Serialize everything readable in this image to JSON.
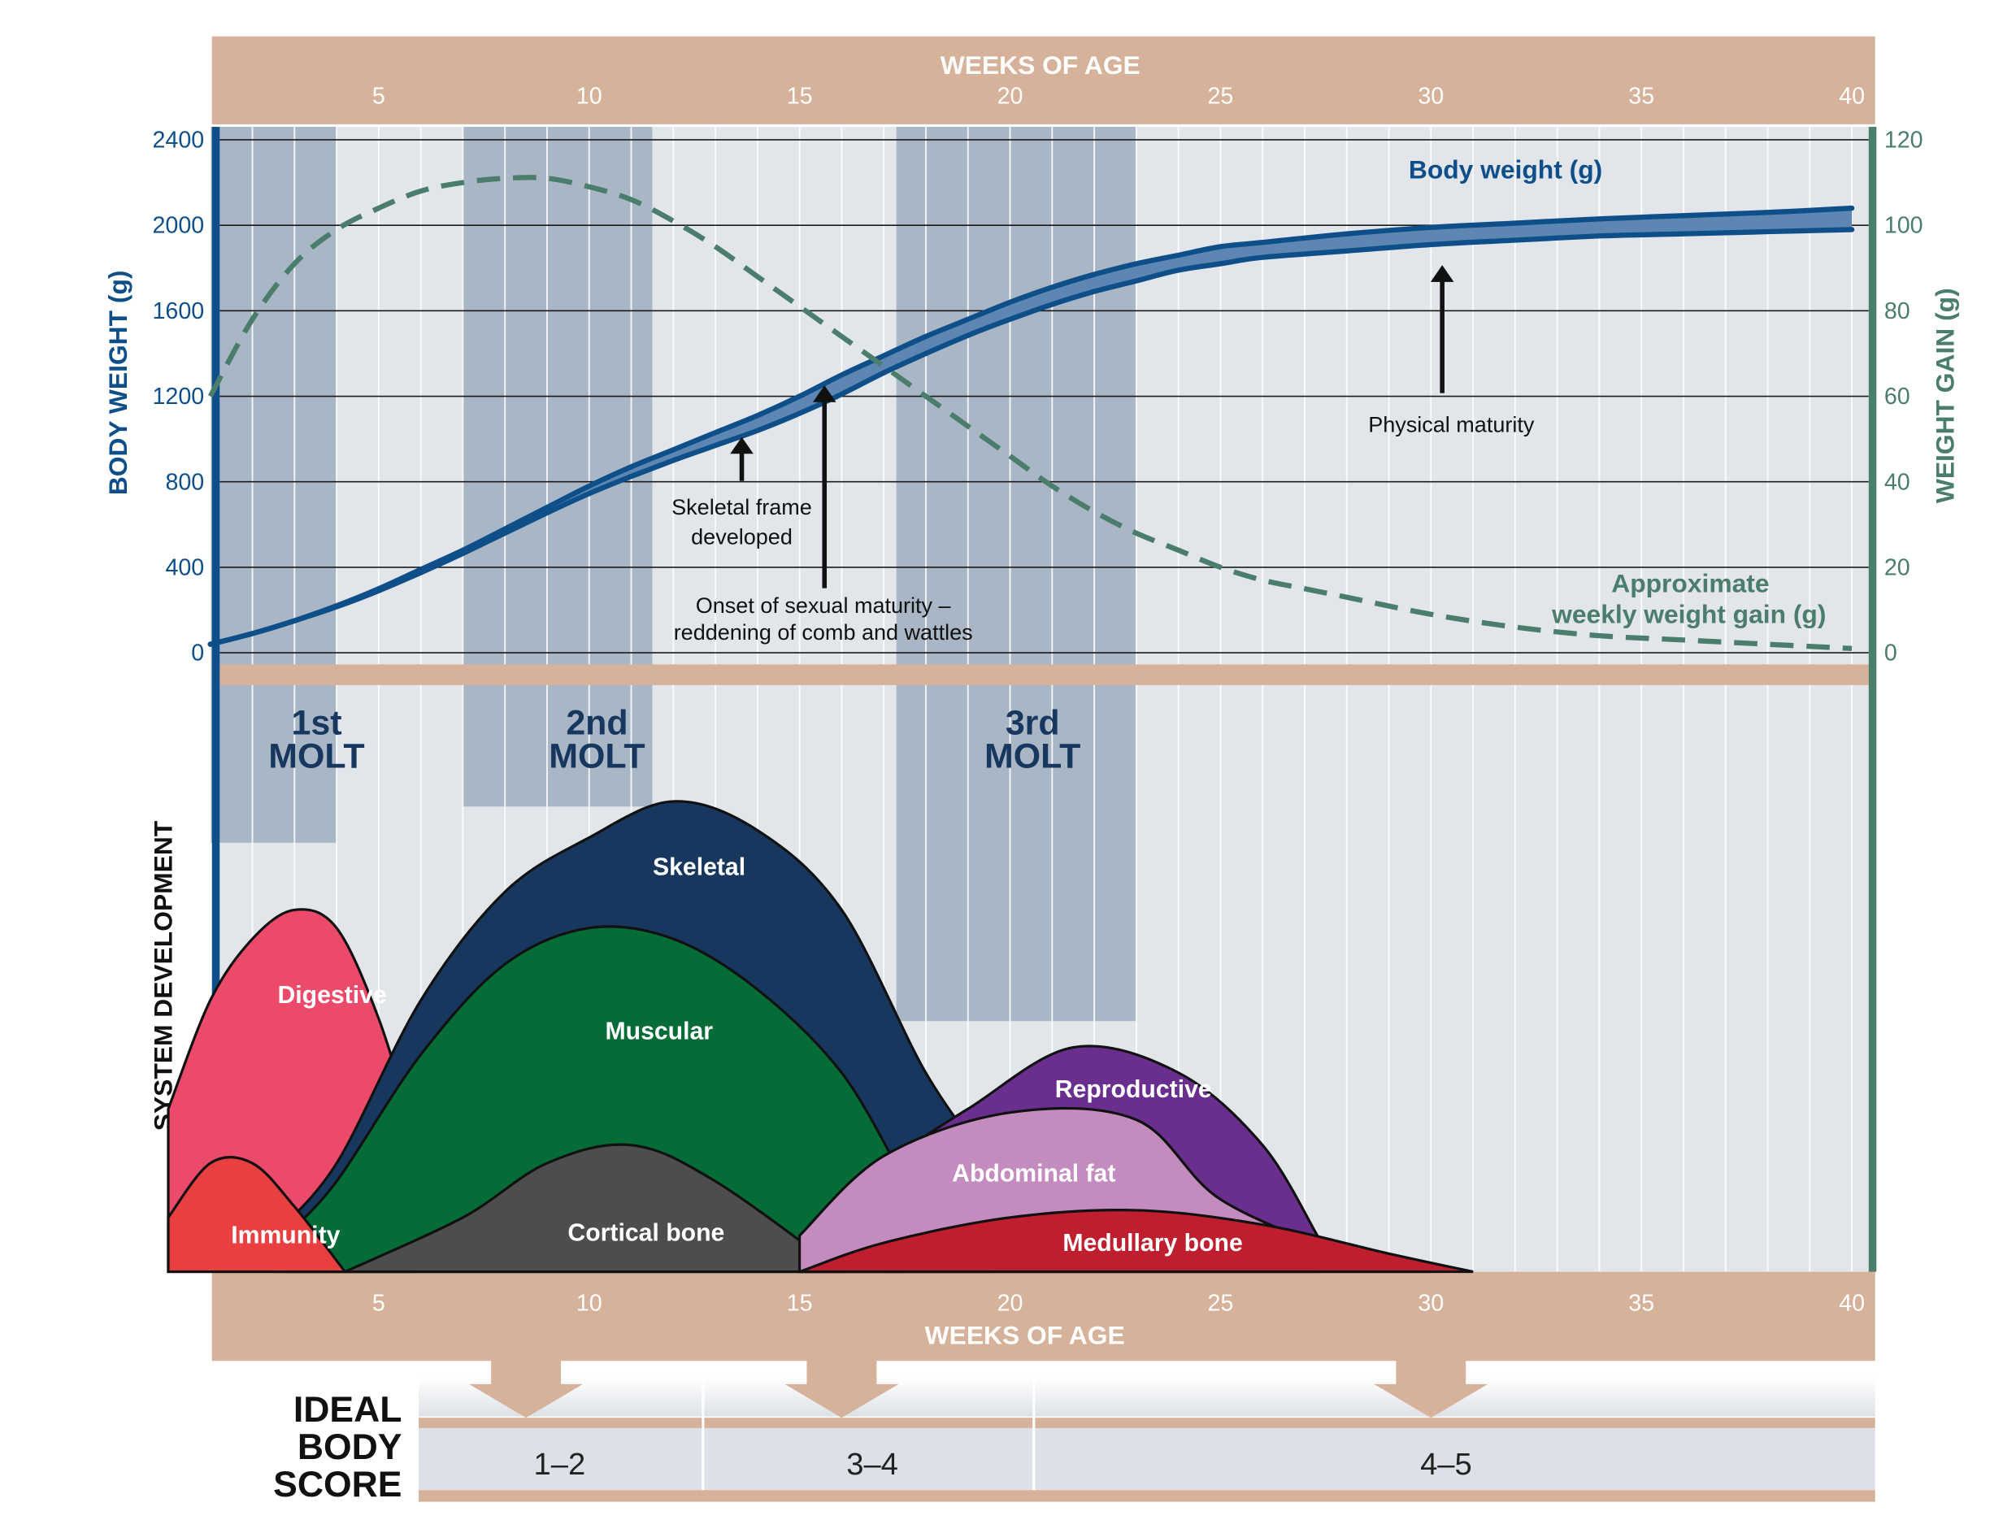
{
  "chart_data": [
    {
      "type": "line",
      "x_title": "WEEKS OF AGE",
      "x_ticks": [
        5,
        10,
        15,
        20,
        25,
        30,
        35,
        40
      ],
      "xlim": [
        0,
        40
      ],
      "y_left_title": "BODY WEIGHT (g)",
      "y_left_ticks": [
        0,
        400,
        800,
        1200,
        1600,
        2000,
        2400
      ],
      "ylim_left": [
        0,
        2400
      ],
      "y_right_title": "WEIGHT GAIN (g)",
      "y_right_ticks": [
        0,
        20,
        40,
        60,
        80,
        100,
        120
      ],
      "ylim_right": [
        0,
        120
      ],
      "grid": true,
      "molt_bands": [
        {
          "label": "1st MOLT",
          "x": [
            1,
            4
          ]
        },
        {
          "label": "2nd MOLT",
          "x": [
            7,
            11.5
          ]
        },
        {
          "label": "3rd MOLT",
          "x": [
            17.3,
            23
          ]
        }
      ],
      "series": [
        {
          "name": "Body weight (g)",
          "axis": "left",
          "color": "#0e4f8a",
          "x": [
            1,
            2,
            3,
            4,
            5,
            6,
            7,
            8,
            9,
            10,
            11,
            12,
            13,
            14,
            15,
            16,
            17,
            18,
            19,
            20,
            21,
            22,
            23,
            24,
            25,
            26,
            28,
            30,
            32,
            34,
            36,
            38,
            40
          ],
          "upper": [
            40,
            90,
            150,
            220,
            300,
            390,
            480,
            580,
            680,
            780,
            870,
            950,
            1030,
            1110,
            1200,
            1300,
            1390,
            1480,
            1560,
            1640,
            1710,
            1770,
            1820,
            1860,
            1900,
            1920,
            1960,
            1990,
            2010,
            2030,
            2045,
            2060,
            2080
          ],
          "lower": [
            40,
            90,
            150,
            215,
            290,
            375,
            465,
            560,
            655,
            745,
            825,
            900,
            970,
            1040,
            1120,
            1210,
            1310,
            1400,
            1485,
            1560,
            1630,
            1690,
            1740,
            1790,
            1820,
            1850,
            1880,
            1910,
            1930,
            1950,
            1960,
            1970,
            1980
          ]
        },
        {
          "name": "Approximate weekly weight gain (g)",
          "axis": "right",
          "color": "#4a7d6b",
          "x": [
            1,
            2,
            3,
            4,
            5,
            6,
            7,
            8,
            9,
            10,
            11,
            12,
            13,
            14,
            15,
            16,
            17,
            18,
            19,
            20,
            21,
            22,
            23,
            24,
            25,
            26,
            27,
            28,
            30,
            32,
            34,
            36,
            38,
            40
          ],
          "values": [
            60,
            78,
            91,
            99,
            104,
            108,
            110,
            111,
            111,
            109,
            106,
            101,
            95,
            88,
            81,
            74,
            67,
            60,
            53,
            46,
            39,
            33,
            28,
            24,
            20,
            17,
            15,
            13,
            9,
            6,
            4,
            3,
            2,
            1
          ]
        }
      ],
      "annotations": [
        {
          "text": "Skeletal frame developed",
          "x": 13
        },
        {
          "text": "Onset of sexual maturity – reddening of comb and wattles",
          "x": 15
        },
        {
          "text": "Physical maturity",
          "x": 30
        }
      ]
    },
    {
      "type": "area",
      "y_title": "SYSTEM DEVELOPMENT",
      "x_title": "WEEKS OF AGE",
      "x_ticks": [
        5,
        10,
        15,
        20,
        25,
        30,
        35,
        40
      ],
      "xlim": [
        0,
        40
      ],
      "series": [
        {
          "name": "Digestive",
          "color": "#ec4a6a",
          "x": [
            0,
            1,
            2,
            3,
            4,
            5,
            5.8
          ],
          "values": [
            0.45,
            0.75,
            0.92,
            1.0,
            0.95,
            0.7,
            0.4
          ]
        },
        {
          "name": "Skeletal",
          "color": "#17375e",
          "x": [
            2.5,
            4,
            6,
            8,
            10,
            12,
            14,
            16,
            18,
            19.5
          ],
          "values": [
            0.1,
            0.3,
            0.75,
            1.05,
            1.2,
            1.3,
            1.22,
            1.0,
            0.55,
            0.3
          ]
        },
        {
          "name": "Muscular",
          "color": "#056b37",
          "x": [
            2.8,
            4,
            6,
            8,
            10,
            12,
            14,
            16,
            17.5
          ],
          "values": [
            0.1,
            0.25,
            0.6,
            0.85,
            0.95,
            0.92,
            0.78,
            0.55,
            0.25
          ]
        },
        {
          "name": "Immunity",
          "color": "#e84040",
          "x": [
            0,
            1,
            2,
            3,
            4.2
          ],
          "values": [
            0.15,
            0.3,
            0.3,
            0.18,
            0
          ]
        },
        {
          "name": "Cortical bone",
          "color": "#4d4d4d",
          "x": [
            4.2,
            7,
            9,
            11,
            13,
            16
          ],
          "values": [
            0,
            0.15,
            0.3,
            0.35,
            0.25,
            0
          ]
        },
        {
          "name": "Reproductive",
          "color": "#6a2f8e",
          "x": [
            17,
            19,
            21.5,
            24,
            26,
            27.3
          ],
          "values": [
            0.3,
            0.45,
            0.62,
            0.55,
            0.35,
            0.1
          ]
        },
        {
          "name": "Abdominal fat",
          "color": "#c48bbf",
          "x": [
            15,
            17,
            20,
            23,
            25,
            28,
            30
          ],
          "values": [
            0.1,
            0.32,
            0.44,
            0.42,
            0.2,
            0.05,
            0
          ]
        },
        {
          "name": "Medullary bone",
          "color": "#be1e2d",
          "x": [
            15,
            17,
            20,
            23,
            26,
            29,
            31
          ],
          "values": [
            0,
            0.08,
            0.15,
            0.17,
            0.13,
            0.05,
            0
          ]
        }
      ]
    }
  ],
  "body_score": {
    "title_line1": "IDEAL",
    "title_line2": "BODY",
    "title_line3": "SCORE",
    "ranges": [
      {
        "label": "1–2",
        "arrow_week": 8.5
      },
      {
        "label": "3–4",
        "arrow_week": 16
      },
      {
        "label": "4–5",
        "arrow_week": 30
      }
    ]
  }
}
